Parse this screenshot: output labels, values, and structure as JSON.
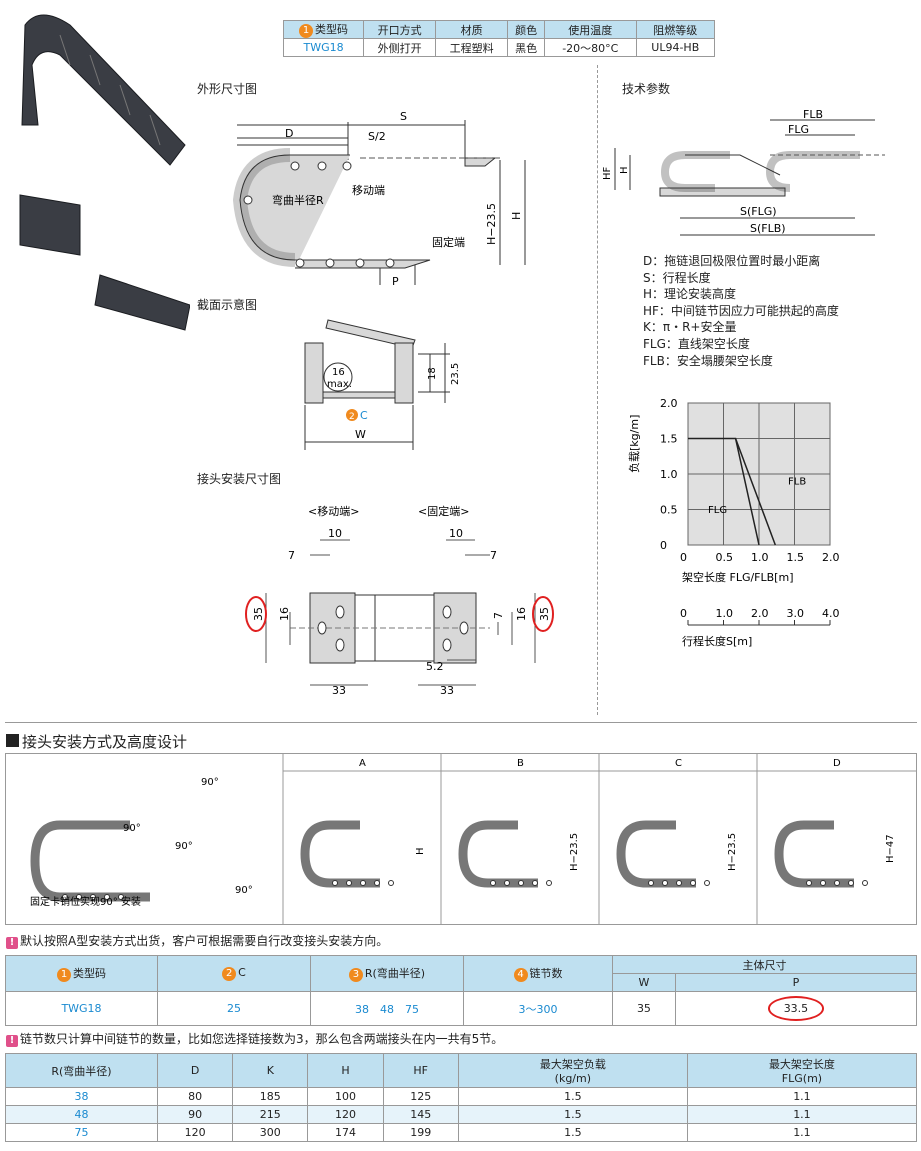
{
  "spec_table": {
    "headers": [
      "类型码",
      "开口方式",
      "材质",
      "颜色",
      "使用温度",
      "阻燃等级"
    ],
    "header_num": "1",
    "row": [
      "TWG18",
      "外侧打开",
      "工程塑料",
      "黑色",
      "-20～80°C",
      "UL94-HB"
    ]
  },
  "outline": {
    "title": "外形尺寸图",
    "D": "D",
    "S2": "S/2",
    "S": "S",
    "moving_end": "移动端",
    "bend_radius": "弯曲半径R",
    "H235": "H−23.5",
    "H": "H",
    "fixed_end": "固定端",
    "P": "P"
  },
  "section": {
    "title": "截面示意图",
    "max16": "16",
    "max": "max.",
    "d18": "18",
    "d235": "23.5",
    "c_num": "2",
    "c": "C",
    "w": "W"
  },
  "joint": {
    "title": "接头安装尺寸图",
    "moving": "<移动端>",
    "fixed": "<固定端>",
    "d10a": "10",
    "d7a": "7",
    "d35a": "35",
    "d16a": "16",
    "d10b": "10",
    "d7b": "7",
    "d7c": "7",
    "d16b": "16",
    "d35b": "35",
    "d52": "5.2",
    "d33a": "33",
    "d33b": "33"
  },
  "tech": {
    "title": "技术参数",
    "FLB": "FLB",
    "FLG": "FLG",
    "HF": "HF",
    "H": "H",
    "SFLG": "S(FLG)",
    "SFLB": "S(FLB)",
    "defs": [
      "D：拖链退回极限位置时最小距离",
      "S：行程长度",
      "H：理论安装高度",
      "HF：中间链节因应力可能拱起的高度",
      "K：π・R+安全量",
      "FLG：直线架空长度",
      "FLB：安全塌腰架空长度"
    ]
  },
  "chart_data": {
    "type": "line",
    "ylabel": "负载[kg/m]",
    "xlabel": "架空长度 FLG/FLB[m]",
    "xlim": [
      0,
      2
    ],
    "ylim": [
      0,
      2
    ],
    "grid": true,
    "x_ticks": [
      "0",
      "0.5",
      "1.0",
      "1.5",
      "2.0"
    ],
    "y_ticks": [
      "0",
      "0.5",
      "1.0",
      "1.5",
      "2.0"
    ],
    "series": [
      {
        "name": "FLG",
        "x": [
          0,
          0.67,
          1.0
        ],
        "y": [
          1.5,
          1.5,
          0
        ]
      },
      {
        "name": "FLB",
        "x": [
          0.67,
          1.23
        ],
        "y": [
          1.5,
          0
        ]
      }
    ],
    "secondary_axis": {
      "label": "行程长度S[m]",
      "range": [
        0,
        4
      ],
      "ticks": [
        "0",
        "1.0",
        "2.0",
        "3.0",
        "4.0"
      ]
    }
  },
  "install": {
    "title": "接头安装方式及高度设计",
    "caption": "固定卡销位实现90° 安装",
    "angle": "90°",
    "cols": [
      "A",
      "B",
      "C",
      "D"
    ],
    "dims": [
      "H",
      "H−23.5",
      "H−23.5",
      "H−47"
    ]
  },
  "note1": "默认按照A型安装方式出货，客户可根据需要自行改变接头安装方向。",
  "main_table": {
    "headers": [
      {
        "n": "1",
        "t": "类型码"
      },
      {
        "n": "2",
        "t": "C"
      },
      {
        "n": "3",
        "t": "R(弯曲半径)"
      },
      {
        "n": "4",
        "t": "链节数"
      }
    ],
    "group": "主体尺寸",
    "sub": [
      "W",
      "P"
    ],
    "row": [
      "TWG18",
      "25",
      "38　48　75",
      "3～300",
      "35",
      "33.5"
    ]
  },
  "note2": "链节数只计算中间链节的数量，比如您选择链接数为3，那么包含两端接头在内一共有5节。",
  "dim_table": {
    "headers": [
      "R(弯曲半径)",
      "D",
      "K",
      "H",
      "HF",
      "最大架空负载",
      "最大架空长度"
    ],
    "sub": [
      "(kg/m)",
      "FLG(m)"
    ],
    "rows": [
      [
        "38",
        "80",
        "185",
        "100",
        "125",
        "1.5",
        "1.1"
      ],
      [
        "48",
        "90",
        "215",
        "120",
        "145",
        "1.5",
        "1.1"
      ],
      [
        "75",
        "120",
        "300",
        "174",
        "199",
        "1.5",
        "1.1"
      ]
    ]
  },
  "colors": {
    "header_bg": "#bfe0f0",
    "accent_blue": "#1a8ad0",
    "highlight_red": "#e02020",
    "badge_orange": "#f08a1e"
  }
}
